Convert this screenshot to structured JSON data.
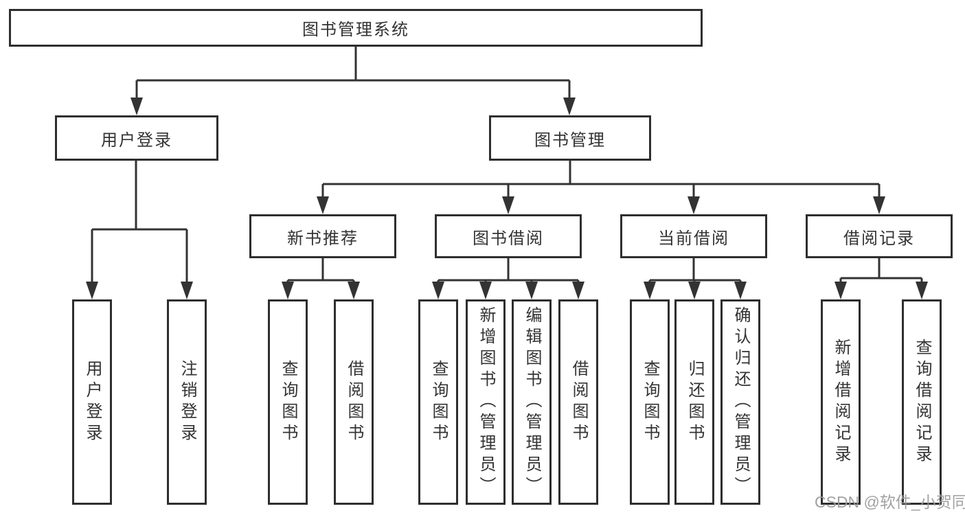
{
  "diagram": {
    "root": {
      "label": "图书管理系统"
    },
    "level2": [
      {
        "id": "user-login",
        "label": "用户登录"
      },
      {
        "id": "book-management",
        "label": "图书管理"
      }
    ],
    "level3": [
      {
        "id": "new-book-recommend",
        "label": "新书推荐"
      },
      {
        "id": "book-borrow",
        "label": "图书借阅"
      },
      {
        "id": "current-borrow",
        "label": "当前借阅"
      },
      {
        "id": "borrow-records",
        "label": "借阅记录"
      }
    ],
    "leaves": [
      {
        "parent": "用户登录",
        "label": "用户登录"
      },
      {
        "parent": "用户登录",
        "label": "注销登录"
      },
      {
        "parent": "新书推荐",
        "label": "查询图书"
      },
      {
        "parent": "新书推荐",
        "label": "借阅图书"
      },
      {
        "parent": "图书借阅",
        "label": "查询图书"
      },
      {
        "parent": "图书借阅",
        "label": "新增图书（管理员）"
      },
      {
        "parent": "图书借阅",
        "label": "编辑图书（管理员）"
      },
      {
        "parent": "图书借阅",
        "label": "借阅图书"
      },
      {
        "parent": "当前借阅",
        "label": "查询图书"
      },
      {
        "parent": "当前借阅",
        "label": "归还图书"
      },
      {
        "parent": "当前借阅",
        "label": "确认归还（管理员）"
      },
      {
        "parent": "借阅记录",
        "label": "新增借阅记录"
      },
      {
        "parent": "借阅记录",
        "label": "查询借阅记录"
      }
    ]
  },
  "watermark": {
    "text": "CSDN @软件_小贺同学"
  },
  "colors": {
    "line": "#333333",
    "box_border": "#2e2e2e",
    "text": "#333333",
    "watermark": "#9a9a9a",
    "background": "#ffffff"
  }
}
